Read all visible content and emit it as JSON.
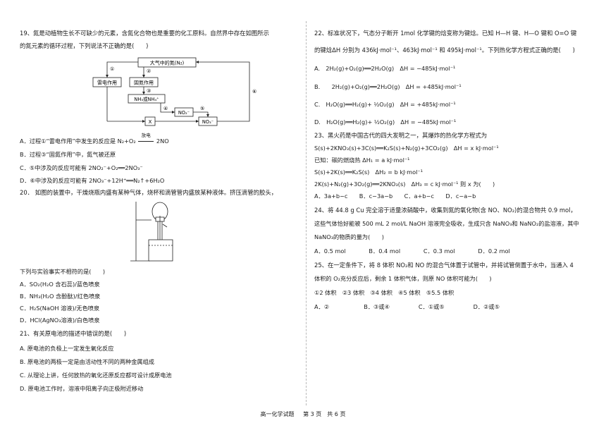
{
  "q19": {
    "stem1": "19、氮是动植物生长不可缺少的元素，含氮化合物也是重要的化工原料。自然界中存在如图所示",
    "stem2": "的氮元素的循环过程，下列说法不正确的是(　　)",
    "diagram": {
      "atm": "大气中的氮(N₂)",
      "lightning": "雷电作用",
      "fixation": "固氮作用",
      "ammonia": "NH₃或NH₄⁺",
      "nitrite": "NO₂⁻",
      "nitrate": "NO₃⁻",
      "x": "X",
      "n1": "①",
      "n2": "②",
      "n3": "③",
      "n4": "④",
      "n5": "⑤",
      "n6": "⑥"
    },
    "optA": "A．过程①“雷电作用”中发生的反应是 N₂+O₂",
    "optA_cond": "放电",
    "optA_prod": "2NO",
    "optB": "B．过程③“固氮作用”中，氮气被还原",
    "optC": "C．⑤中涉及的反应可能有 2NO₂⁻+O₂══2NO₃⁻",
    "optD": "D．⑥中涉及的反应可能有 2NO₃⁻+12H⁺══N₂↑+6H₂O"
  },
  "q20": {
    "stem": "20． 如图的装置中，干燥烧瓶内盛有某种气体，烧杯和滴管管内盛放某种液体。挤压滴管的胶头，",
    "stem2": "下列与实验事实不相符的是(　　)",
    "optA": "A．SO₂(H₂O 含石蕊)/蓝色喷泉",
    "optB": "B．NH₃(H₂O 含酚酞)/红色喷泉",
    "optC": "C．H₂S(NaOH 溶液)/无色喷泉",
    "optD": "D．HCl(AgNO₃溶液)/白色喷泉"
  },
  "q21": {
    "stem": "21、有关原电池的描述中错误的是(　　)",
    "optA": "A. 原电池的负极上一定发生氧化反应",
    "optB": "B. 原电池的两极一定是由活动性不同的两种金属组成",
    "optC": "C. 从理论上讲，任何放热的氧化还原反应都可设计成原电池",
    "optD": "D. 原电池工作时，溶液中阳离子向正极附近移动"
  },
  "q22": {
    "stem1": "22、标准状况下，气态分子断开 1mol 化学键的焓变称为键焓。已知 H—H 键、H—O 键和 O=O 键",
    "stem2": "的键焓ΔH 分别为 436kJ·mol⁻¹、463kJ·mol⁻¹ 和 495kJ·mol⁻¹。下列热化学方程式正确的是(　　)",
    "optA": "A.　2H₂(g)+O₂(g)══2H₂O(g)　ΔH = −485kJ·mol⁻¹",
    "optB": "B.　　2H₂(g)+O₂(g)══2H₂O(g)　ΔH = +485kJ·mol⁻¹",
    "optC": "C.　H₂O(g)══H₂(g)+ ½O₂(g)　ΔH = +485kJ·mol⁻¹",
    "optD": "D.　H₂O(g)══H₂(g)+ ½O₂(g)　ΔH = −485kJ·mol⁻¹"
  },
  "q23": {
    "stem": "23、黑火药是中国古代的四大发明之一，其爆炸的热化学方程式为",
    "eq1": "S(s)+2KNO₃(s)+3C(s)══K₂S(s)+N₂(g)+3CO₂(g)　ΔH = x kJ·mol⁻¹",
    "known": "已知：碳的燃烧热 ΔH₁ = a kJ·mol⁻¹",
    "eq2": "S(s)+2K(s)══K₂S(s)　ΔH₂ = b kJ·mol⁻¹",
    "eq3": "2K(s)+N₂(g)+3O₂(g)══2KNO₃(s)　ΔH₃ = c kJ·mol⁻¹ 则 x 为(　　)",
    "opts": "A．3a+b−c　　B．c−3a−b　　C．a+b−c　　D．c−a−b"
  },
  "q24": {
    "stem1": "24、将 44.8 g Cu 完全溶于适量浓硝酸中，收集到氮的氧化物(含 NO、NO₂)的混合物共 0.9 mol，",
    "stem2": "这些气体恰好能被 500 mL 2 mol/L NaOH 溶液完全吸收，生成只含 NaNO₃和 NaNO₂的盐溶液，其中",
    "stem3": "NaNO₃的物质的量为(　　)",
    "opts": "A．0.5 mol　　　　B．0.4 mol　　　　C．0.3 mol　　　　D．0.2 mol"
  },
  "q25": {
    "stem1": "25、在一定条件下，将 8 体积 NO₂和 NO 的混合气体置于试管中，并将试管倒置于水中，当通入 4",
    "stem2": "体积的 O₂充分反应后，剩余 1 体积气体，则原 NO 体积可能为(　　)",
    "choices": "①2 体积　②3 体积　③4 体积　④5 体积　⑤5.5 体积",
    "opts": "A．②　　　　　　B．③或④　　　　　C．①或⑤　　　　　D．②或⑤"
  },
  "footer": {
    "subject": "高一化学试题",
    "page": "第 3 页　共 6 页"
  }
}
